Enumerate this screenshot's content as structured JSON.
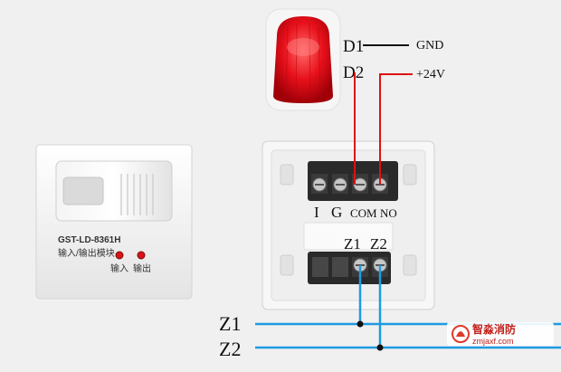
{
  "module": {
    "model": "GST-LD-8361H",
    "name": "输入/输出模块",
    "led_input_label": "输入",
    "led_output_label": "输出"
  },
  "siren": {
    "terminal_d1": "D1",
    "terminal_d2": "D2",
    "line_d1": "GND",
    "line_d2": "+24V"
  },
  "base": {
    "terminals_top": [
      "I",
      "G",
      "COM",
      "NO"
    ],
    "terminal_z1": "Z1",
    "terminal_z2": "Z2"
  },
  "bus": {
    "line_z1": "Z1",
    "line_z2": "Z2"
  },
  "watermark": {
    "brand": "智淼消防",
    "url": "zmjaxf.com"
  },
  "colors": {
    "background": "#f0f0f0",
    "siren_red": "#e8101a",
    "signal_wire": "#e01010",
    "bus_wire": "#1e9be0",
    "terminal_block": "#2a2a2a",
    "plastic_white": "#fafafa"
  }
}
